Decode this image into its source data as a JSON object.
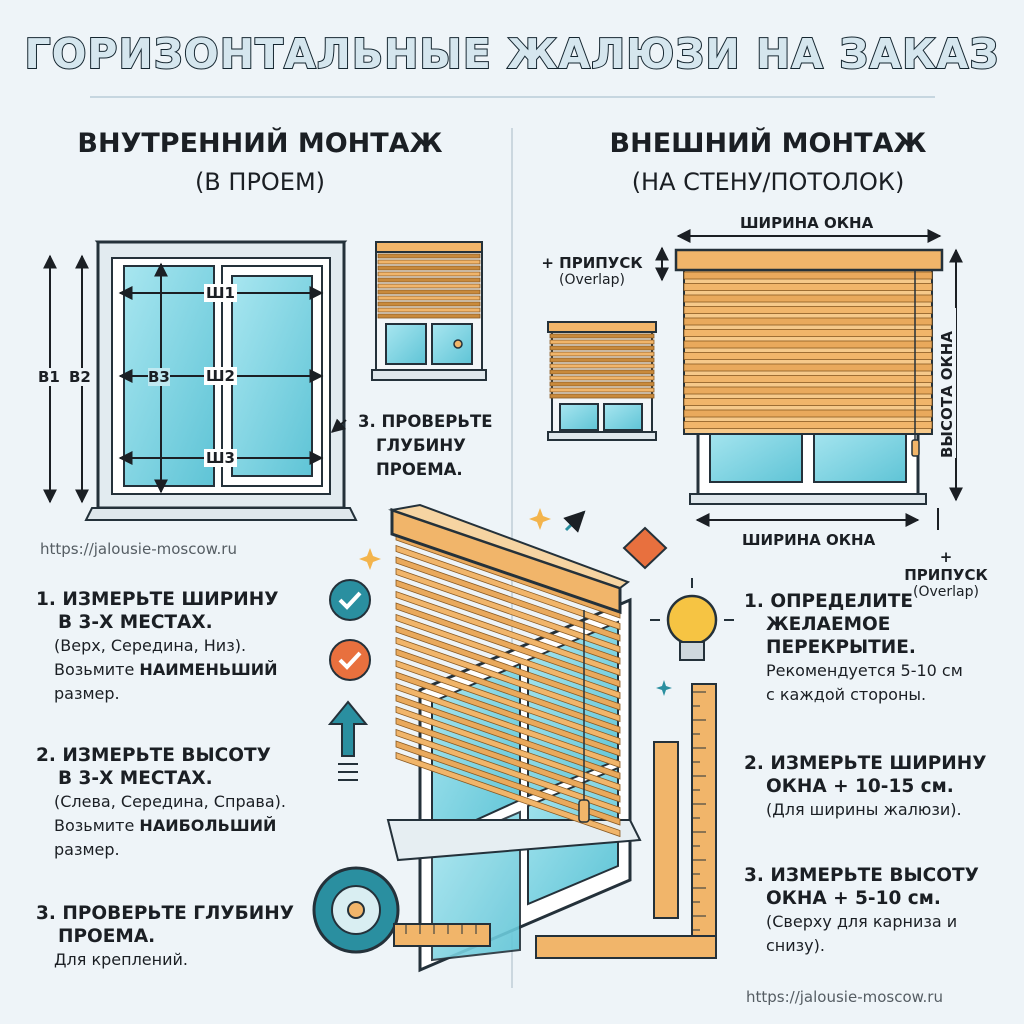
{
  "title": "ГОРИЗОНТАЛЬНЫЕ ЖАЛЮЗИ НА ЗАКАЗ",
  "inside": {
    "heading": "ВНУТРЕННИЙ МОНТАЖ",
    "subheading": "(В ПРОЕМ)",
    "labels": {
      "w1": "Ш1",
      "w2": "Ш2",
      "w3": "Ш3",
      "h1": "В1",
      "h2": "В2",
      "h3": "В3"
    },
    "depth_note": [
      "3. ПРОВЕРЬТЕ",
      "ГЛУБИНУ",
      "ПРОЕМА."
    ]
  },
  "outside": {
    "heading": "ВНЕШНИЙ МОНТАЖ",
    "subheading": "(НА СТЕНУ/ПОТОЛОК)",
    "window_width_top": "ШИРИНА ОКНА",
    "window_width_bottom": "ШИРИНА ОКНА",
    "window_height": "ВЫСОТА ОКНА",
    "overlap_top": "+ ПРИПУСК",
    "overlap_top_en": "(Overlap)",
    "overlap_bottom": "+ ПРИПУСК",
    "overlap_bottom_en": "(Overlap)"
  },
  "url_left": "https://jalousie-moscow.ru",
  "url_right": "https://jalousie-moscow.ru",
  "left_steps": [
    {
      "title_1": "1. ИЗМЕРЬТЕ ШИРИНУ",
      "title_2": "В 3-Х МЕСТАХ.",
      "note": "(Верх, Середина, Низ).",
      "line_pre": "Возьмите ",
      "line_bold": "НАИМЕНЬШИЙ",
      "line_end": "размер."
    },
    {
      "title_1": "2. ИЗМЕРЬТЕ ВЫСОТУ",
      "title_2": "В 3-Х МЕСТАХ.",
      "note": "(Слева, Середина, Справа).",
      "line_pre": "Возьмите ",
      "line_bold": "НАИБОЛЬШИЙ",
      "line_end": "размер."
    },
    {
      "title_1": "3. ПРОВЕРЬТЕ ГЛУБИНУ",
      "title_2": "ПРОЕМА.",
      "note": "Для креплений."
    }
  ],
  "right_steps": [
    {
      "title_1": "1. ОПРЕДЕЛИТЕ",
      "title_2": "ЖЕЛАЕМОЕ",
      "title_3": "ПЕРЕКРЫТИЕ.",
      "note_1": "Рекомендуется 5-10 см",
      "note_2": "с каждой стороны."
    },
    {
      "title_1": "2. ИЗМЕРЬТЕ ШИРИНУ",
      "title_2": "ОКНА + 10-15 см.",
      "note_1": "(Для ширины жалюзи)."
    },
    {
      "title_1": "3. ИЗМЕРЬТЕ ВЫСОТУ",
      "title_2": "ОКНА + 5-10 см.",
      "note_1": "(Сверху для карниза и",
      "note_2": "снизу)."
    }
  ],
  "colors": {
    "accent_teal": "#2a8fa0",
    "slat": "#f1b56a",
    "slat_dark": "#c98a3c",
    "glass": "#8fdbe8",
    "check_orange": "#e8703e"
  }
}
